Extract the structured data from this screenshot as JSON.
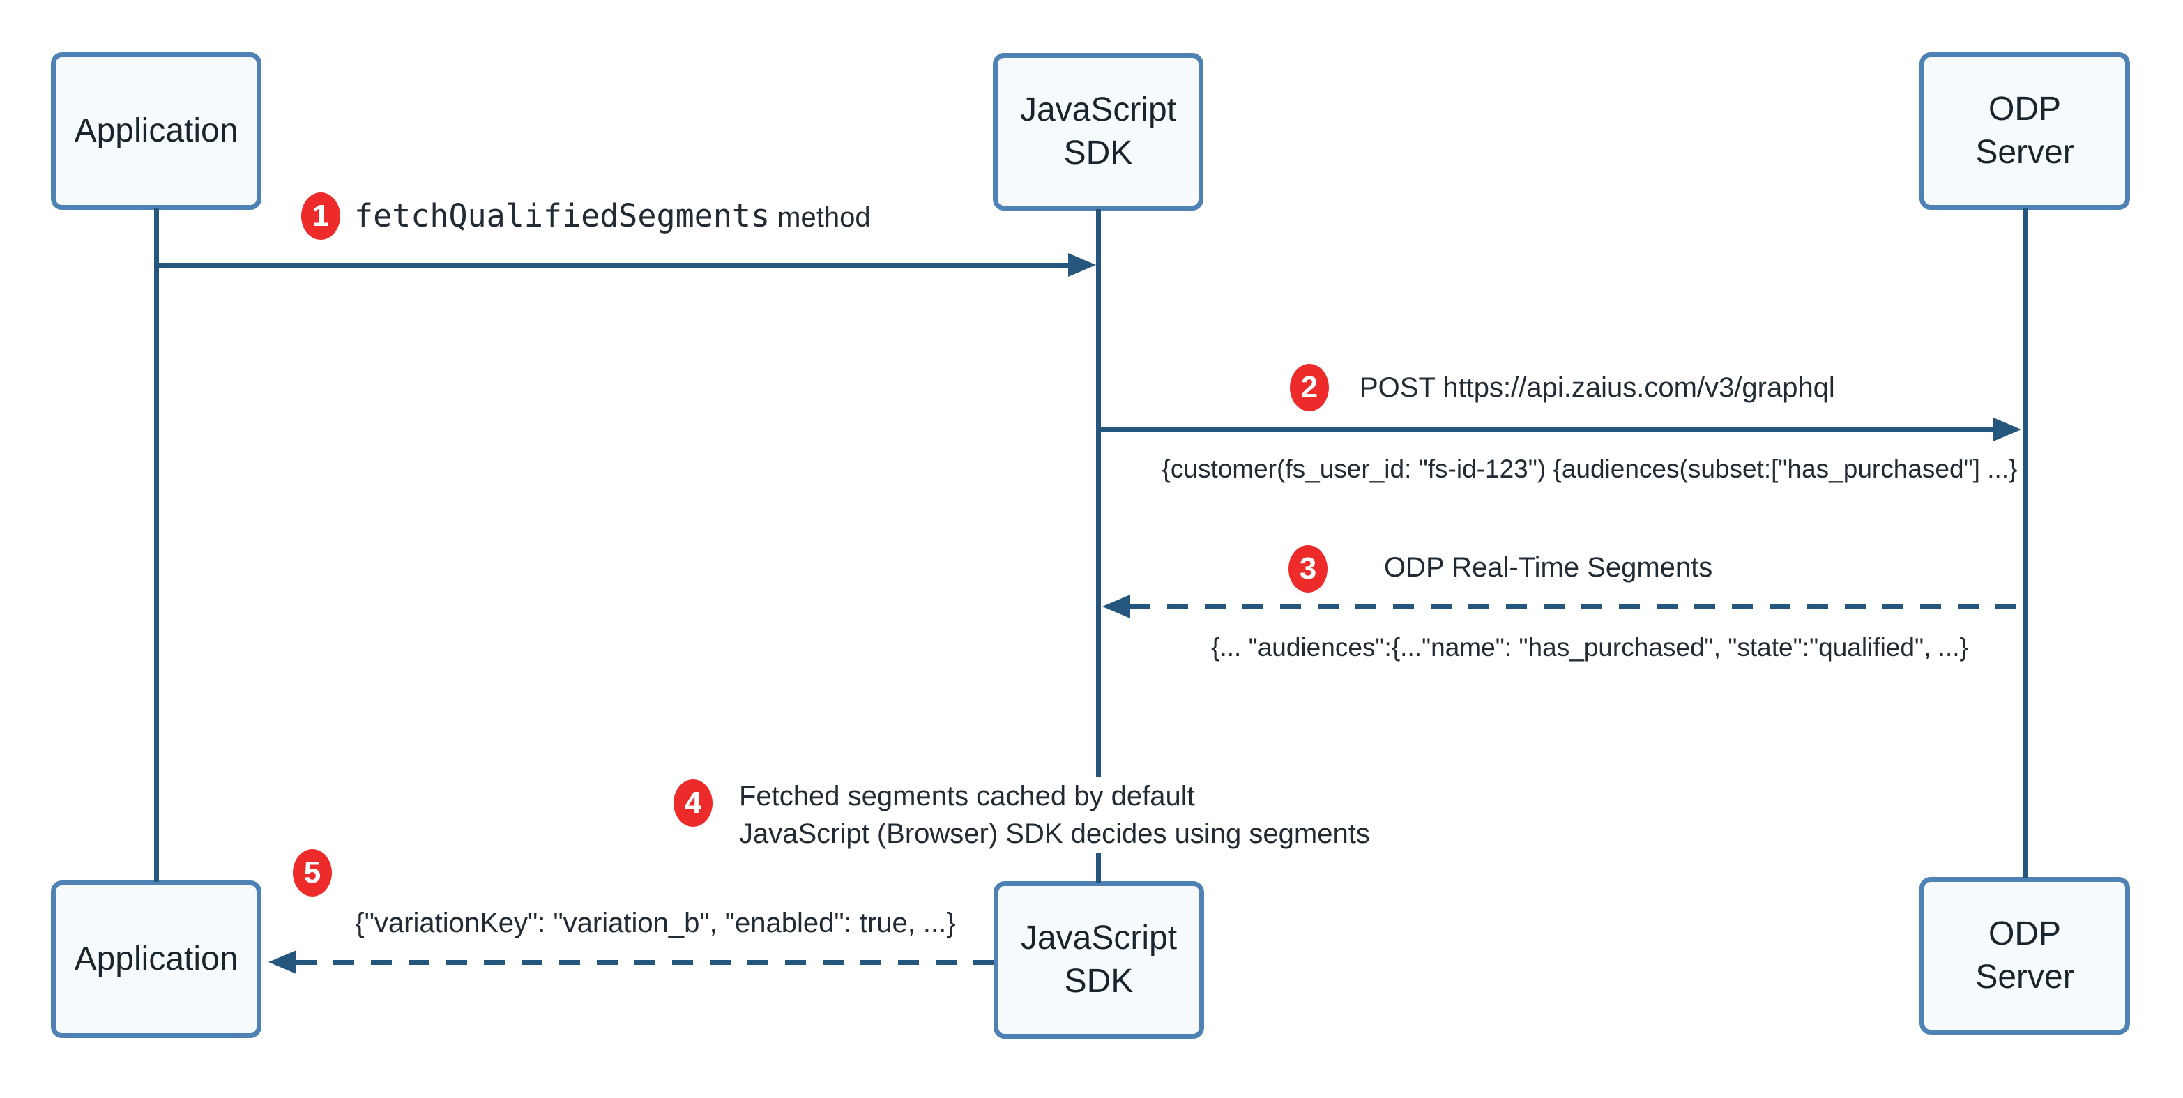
{
  "diagram": {
    "actors_top": [
      {
        "label": "Application"
      },
      {
        "label": "JavaScript SDK"
      },
      {
        "label": "ODP Server"
      }
    ],
    "actors_bottom": [
      {
        "label": "Application"
      },
      {
        "label": "JavaScript SDK"
      },
      {
        "label": "ODP Server"
      }
    ],
    "steps": [
      {
        "number": "1",
        "code": "fetchQualifiedSegments",
        "text": " method"
      },
      {
        "number": "2",
        "title": "POST https://api.zaius.com/v3/graphql",
        "payload": "{customer(fs_user_id: \"fs-id-123\") {audiences(subset:[\"has_purchased\"] ...}"
      },
      {
        "number": "3",
        "title": "ODP Real-Time Segments",
        "payload": "{... \"audiences\":{...\"name\": \"has_purchased\", \"state\":\"qualified\", ...}"
      },
      {
        "number": "4",
        "line1": "Fetched segments cached by default",
        "line2": "JavaScript (Browser) SDK decides using segments"
      },
      {
        "number": "5",
        "payload": "{\"variationKey\": \"variation_b\", \"enabled\": true, ...}"
      }
    ],
    "colors": {
      "line": "#25567d",
      "box_border": "#4e82b4",
      "box_fill": "#f6fafd",
      "badge": "#ee2b2b",
      "badge_text": "#ffffff",
      "text": "#222b33"
    }
  }
}
